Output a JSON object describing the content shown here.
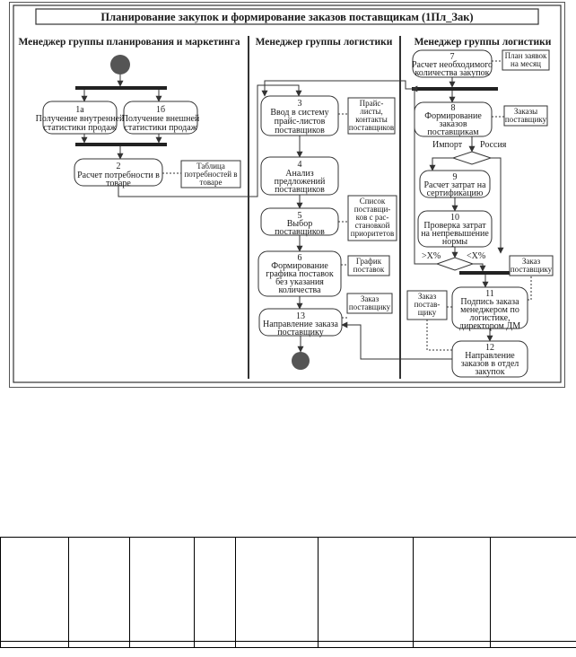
{
  "diagram": {
    "title": "Планирование закупок и формирование заказов поставщикам (1Пл_Зак)",
    "lanes": [
      "Менеджер группы планирования и маркетинга",
      "Менеджер группы логистики",
      "Менеджер группы логистики"
    ],
    "nodes": {
      "n1a": [
        "1а",
        "Получение внутренней",
        "статистики продаж"
      ],
      "n1b": [
        "1б",
        "Получение внешней",
        "статистики продаж"
      ],
      "n2": [
        "2",
        "Расчет потребности в",
        "товаре"
      ],
      "n3": [
        "3",
        "Ввод в систему",
        "прайс-листов",
        "поставщиков"
      ],
      "n4": [
        "4",
        "Анализ",
        "предложений",
        "поставщиков"
      ],
      "n5": [
        "5",
        "Выбор",
        "поставщиков"
      ],
      "n6": [
        "6",
        "Формирование",
        "графика поставок",
        "без указания",
        "количества"
      ],
      "n13": [
        "13",
        "Направление заказа",
        "поставщику"
      ],
      "n7": [
        "7",
        "Расчет необходимого",
        "количества закупок"
      ],
      "n8": [
        "8",
        "Формирование",
        "заказов",
        "поставщикам"
      ],
      "n9": [
        "9",
        "Расчет затрат на",
        "сертификацию"
      ],
      "n10": [
        "10",
        "Проверка затрат",
        "на непревышение",
        "нормы"
      ],
      "n11": [
        "11",
        "Подпись заказа",
        "менеджером по",
        "логистике,",
        "директором ДМ"
      ],
      "n12": [
        "12",
        "Направление",
        "заказов в отдел",
        "закупок"
      ]
    },
    "notes": {
      "table_need": [
        "Таблица",
        "потребностей в",
        "товаре"
      ],
      "pricelists": [
        "Прайс-",
        "листы,",
        "контакты",
        "поставщиков"
      ],
      "supplier_list": [
        "Список",
        "поставщи-",
        "ков с рас-",
        "становкой",
        "приоритетов"
      ],
      "schedule": [
        "График",
        "поставок"
      ],
      "order_mid": [
        "Заказ",
        "поставщику"
      ],
      "order_right": [
        "Заказ",
        "постав-",
        "щику"
      ],
      "plan": [
        "План заявок",
        "на месяц"
      ],
      "orders": [
        "Заказы",
        "поставщику"
      ],
      "order_11": [
        "Заказ",
        "поставщику"
      ]
    },
    "labels": {
      "import": "Импорт",
      "russia": "Россия",
      "gt": ">X%",
      "lt": "<X%"
    }
  }
}
